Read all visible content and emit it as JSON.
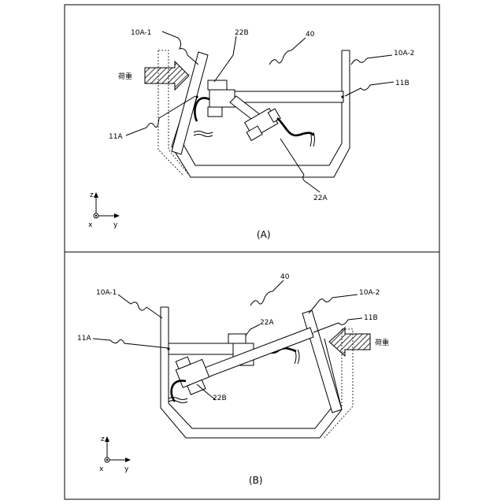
{
  "panels": [
    {
      "caption": "(A)",
      "labels": {
        "container": "40",
        "wall_left": "10A-1",
        "wall_right": "10A-2",
        "beam_left": "11A",
        "beam_right": "11B",
        "sensor_upper": "22B",
        "sensor_lower": "22A",
        "load": "荷重"
      },
      "axes": {
        "z": "z",
        "x": "x",
        "y": "y"
      }
    },
    {
      "caption": "(B)",
      "labels": {
        "container": "40",
        "wall_left": "10A-1",
        "wall_right": "10A-2",
        "beam_left": "11A",
        "beam_right": "11B",
        "sensor_upper": "22A",
        "sensor_lower": "22B",
        "load": "荷重"
      },
      "axes": {
        "z": "z",
        "x": "x",
        "y": "y"
      }
    }
  ]
}
